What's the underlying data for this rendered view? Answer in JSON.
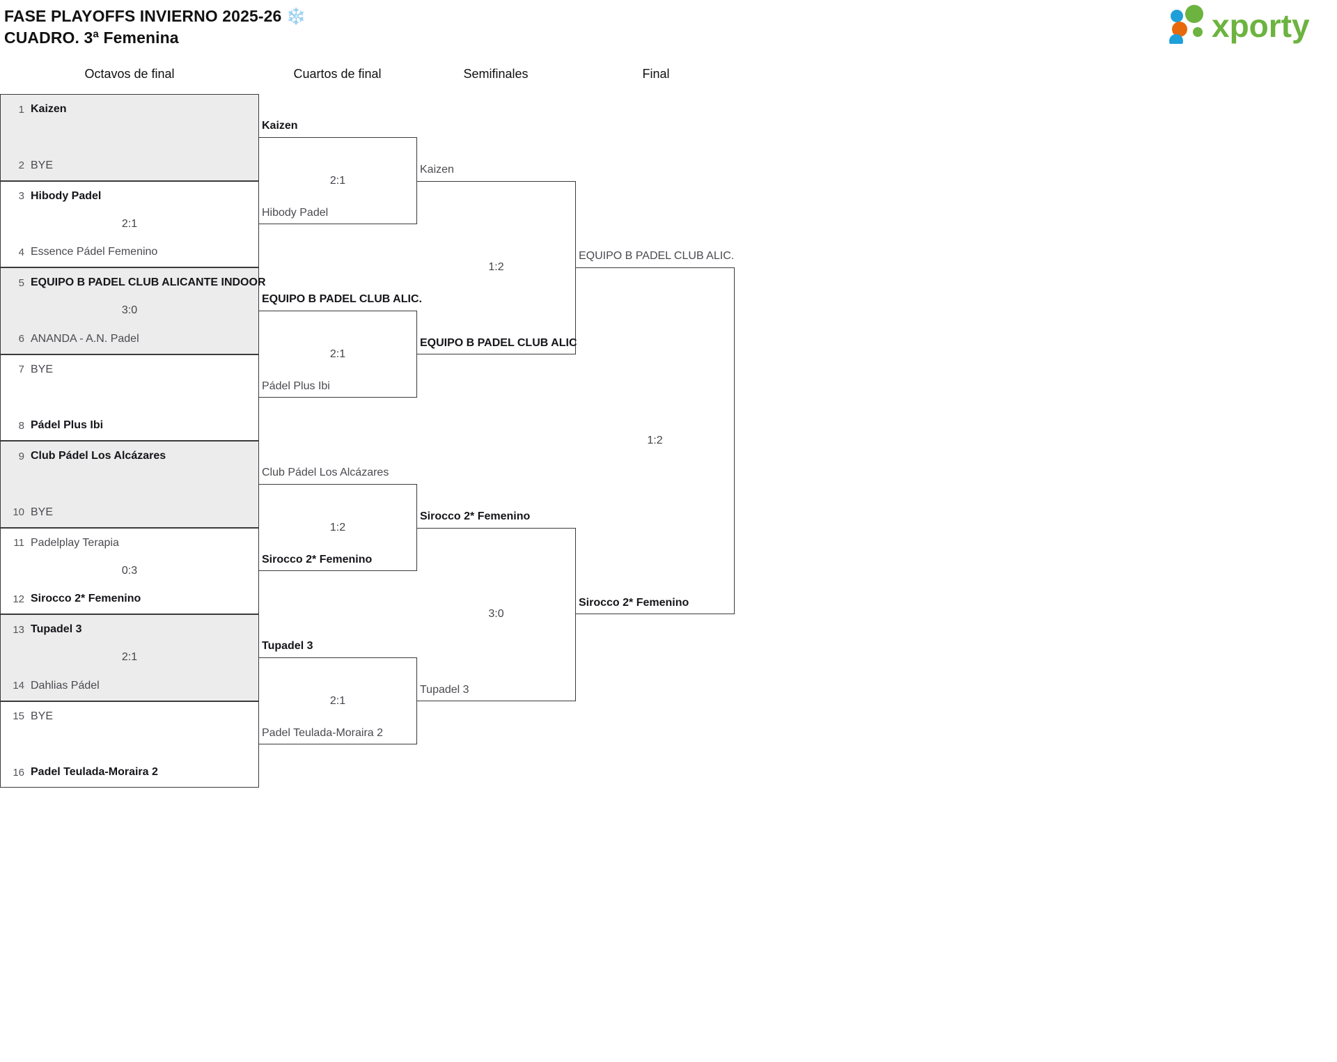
{
  "header": {
    "title_line1": "FASE PLAYOFFS INVIERNO 2025-26 ❄️",
    "title_line2": "CUADRO. 3ª Femenina",
    "logo_text": "xporty",
    "logo_colors": {
      "green": "#6cb33f",
      "orange": "#e8690b",
      "blue": "#1f9fd9"
    }
  },
  "rounds": [
    {
      "id": "r16",
      "label": "Octavos de final"
    },
    {
      "id": "qf",
      "label": "Cuartos de final"
    },
    {
      "id": "sf",
      "label": "Semifinales"
    },
    {
      "id": "f",
      "label": "Final"
    }
  ],
  "bracket_data": {
    "type": "single-elimination",
    "size": 16,
    "round_of_16": [
      {
        "top": {
          "seed": "1",
          "name": "Kaizen",
          "winner": true
        },
        "bottom": {
          "seed": "2",
          "name": "BYE",
          "winner": false
        },
        "score": ""
      },
      {
        "top": {
          "seed": "3",
          "name": "Hibody Padel",
          "winner": true
        },
        "bottom": {
          "seed": "4",
          "name": "Essence Pádel Femenino",
          "winner": false
        },
        "score": "2:1"
      },
      {
        "top": {
          "seed": "5",
          "name": "EQUIPO B PADEL CLUB ALICANTE INDOOR",
          "winner": true
        },
        "bottom": {
          "seed": "6",
          "name": "ANANDA - A.N. Padel",
          "winner": false
        },
        "score": "3:0"
      },
      {
        "top": {
          "seed": "7",
          "name": "BYE",
          "winner": false
        },
        "bottom": {
          "seed": "8",
          "name": "Pádel Plus Ibi",
          "winner": true
        },
        "score": ""
      },
      {
        "top": {
          "seed": "9",
          "name": "Club Pádel Los Alcázares",
          "winner": true
        },
        "bottom": {
          "seed": "10",
          "name": "BYE",
          "winner": false
        },
        "score": ""
      },
      {
        "top": {
          "seed": "11",
          "name": "Padelplay Terapia",
          "winner": false
        },
        "bottom": {
          "seed": "12",
          "name": "Sirocco 2* Femenino",
          "winner": true
        },
        "score": "0:3"
      },
      {
        "top": {
          "seed": "13",
          "name": "Tupadel 3",
          "winner": true
        },
        "bottom": {
          "seed": "14",
          "name": "Dahlias Pádel",
          "winner": false
        },
        "score": "2:1"
      },
      {
        "top": {
          "seed": "15",
          "name": "BYE",
          "winner": false
        },
        "bottom": {
          "seed": "16",
          "name": "Padel Teulada-Moraira 2",
          "winner": true
        },
        "score": ""
      }
    ],
    "quarter_finals": [
      {
        "top": {
          "name": "Kaizen",
          "winner": true
        },
        "bottom": {
          "name": "Hibody Padel",
          "winner": false
        },
        "score": "2:1"
      },
      {
        "top": {
          "name": "EQUIPO B PADEL CLUB ALIC.",
          "winner": true
        },
        "bottom": {
          "name": "Pádel Plus Ibi",
          "winner": false
        },
        "score": "2:1"
      },
      {
        "top": {
          "name": "Club Pádel Los Alcázares",
          "winner": false
        },
        "bottom": {
          "name": "Sirocco 2* Femenino",
          "winner": true
        },
        "score": "1:2"
      },
      {
        "top": {
          "name": "Tupadel 3",
          "winner": true
        },
        "bottom": {
          "name": "Padel Teulada-Moraira 2",
          "winner": false
        },
        "score": "2:1"
      }
    ],
    "semi_finals": [
      {
        "top": {
          "name": "Kaizen",
          "winner": false
        },
        "bottom": {
          "name": "EQUIPO B PADEL CLUB ALIC",
          "winner": true
        },
        "score": "1:2"
      },
      {
        "top": {
          "name": "Sirocco 2* Femenino",
          "winner": true
        },
        "bottom": {
          "name": "Tupadel 3",
          "winner": false
        },
        "score": "3:0"
      }
    ],
    "final": [
      {
        "top": {
          "name": "EQUIPO B PADEL CLUB ALIC.",
          "winner": false
        },
        "bottom": {
          "name": "Sirocco 2* Femenino",
          "winner": true
        },
        "score": "1:2"
      }
    ],
    "champion": "Sirocco 2* Femenino"
  }
}
